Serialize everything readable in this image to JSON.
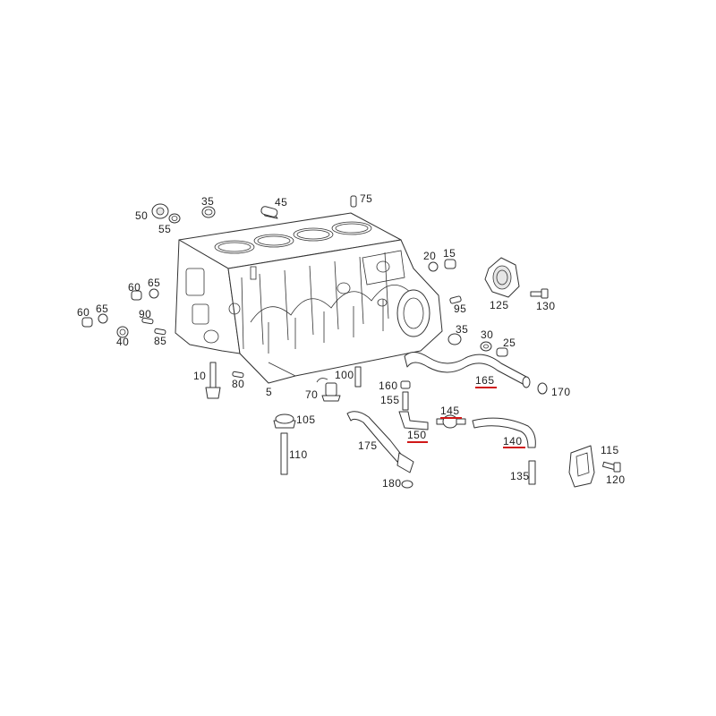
{
  "diagram": {
    "highlight_color": "#d01818",
    "line_color": "#333333",
    "labels": [
      {
        "id": "5",
        "text": "5"
      },
      {
        "id": "10",
        "text": "10"
      },
      {
        "id": "15",
        "text": "15"
      },
      {
        "id": "20",
        "text": "20"
      },
      {
        "id": "25",
        "text": "25"
      },
      {
        "id": "30",
        "text": "30"
      },
      {
        "id": "35a",
        "text": "35"
      },
      {
        "id": "35b",
        "text": "35"
      },
      {
        "id": "40",
        "text": "40"
      },
      {
        "id": "45",
        "text": "45"
      },
      {
        "id": "50",
        "text": "50"
      },
      {
        "id": "55",
        "text": "55"
      },
      {
        "id": "60a",
        "text": "60"
      },
      {
        "id": "60b",
        "text": "60"
      },
      {
        "id": "65a",
        "text": "65"
      },
      {
        "id": "65b",
        "text": "65"
      },
      {
        "id": "70",
        "text": "70"
      },
      {
        "id": "75",
        "text": "75"
      },
      {
        "id": "80",
        "text": "80"
      },
      {
        "id": "85",
        "text": "85"
      },
      {
        "id": "90",
        "text": "90"
      },
      {
        "id": "95",
        "text": "95"
      },
      {
        "id": "100",
        "text": "100"
      },
      {
        "id": "105",
        "text": "105"
      },
      {
        "id": "110",
        "text": "110"
      },
      {
        "id": "115",
        "text": "115"
      },
      {
        "id": "120",
        "text": "120"
      },
      {
        "id": "125",
        "text": "125"
      },
      {
        "id": "130",
        "text": "130"
      },
      {
        "id": "135",
        "text": "135"
      },
      {
        "id": "140",
        "text": "140",
        "highlighted": true
      },
      {
        "id": "145",
        "text": "145",
        "highlighted": true
      },
      {
        "id": "150",
        "text": "150",
        "highlighted": true
      },
      {
        "id": "155",
        "text": "155"
      },
      {
        "id": "160",
        "text": "160"
      },
      {
        "id": "165",
        "text": "165",
        "highlighted": true
      },
      {
        "id": "170",
        "text": "170"
      },
      {
        "id": "175",
        "text": "175"
      },
      {
        "id": "180",
        "text": "180"
      }
    ]
  }
}
